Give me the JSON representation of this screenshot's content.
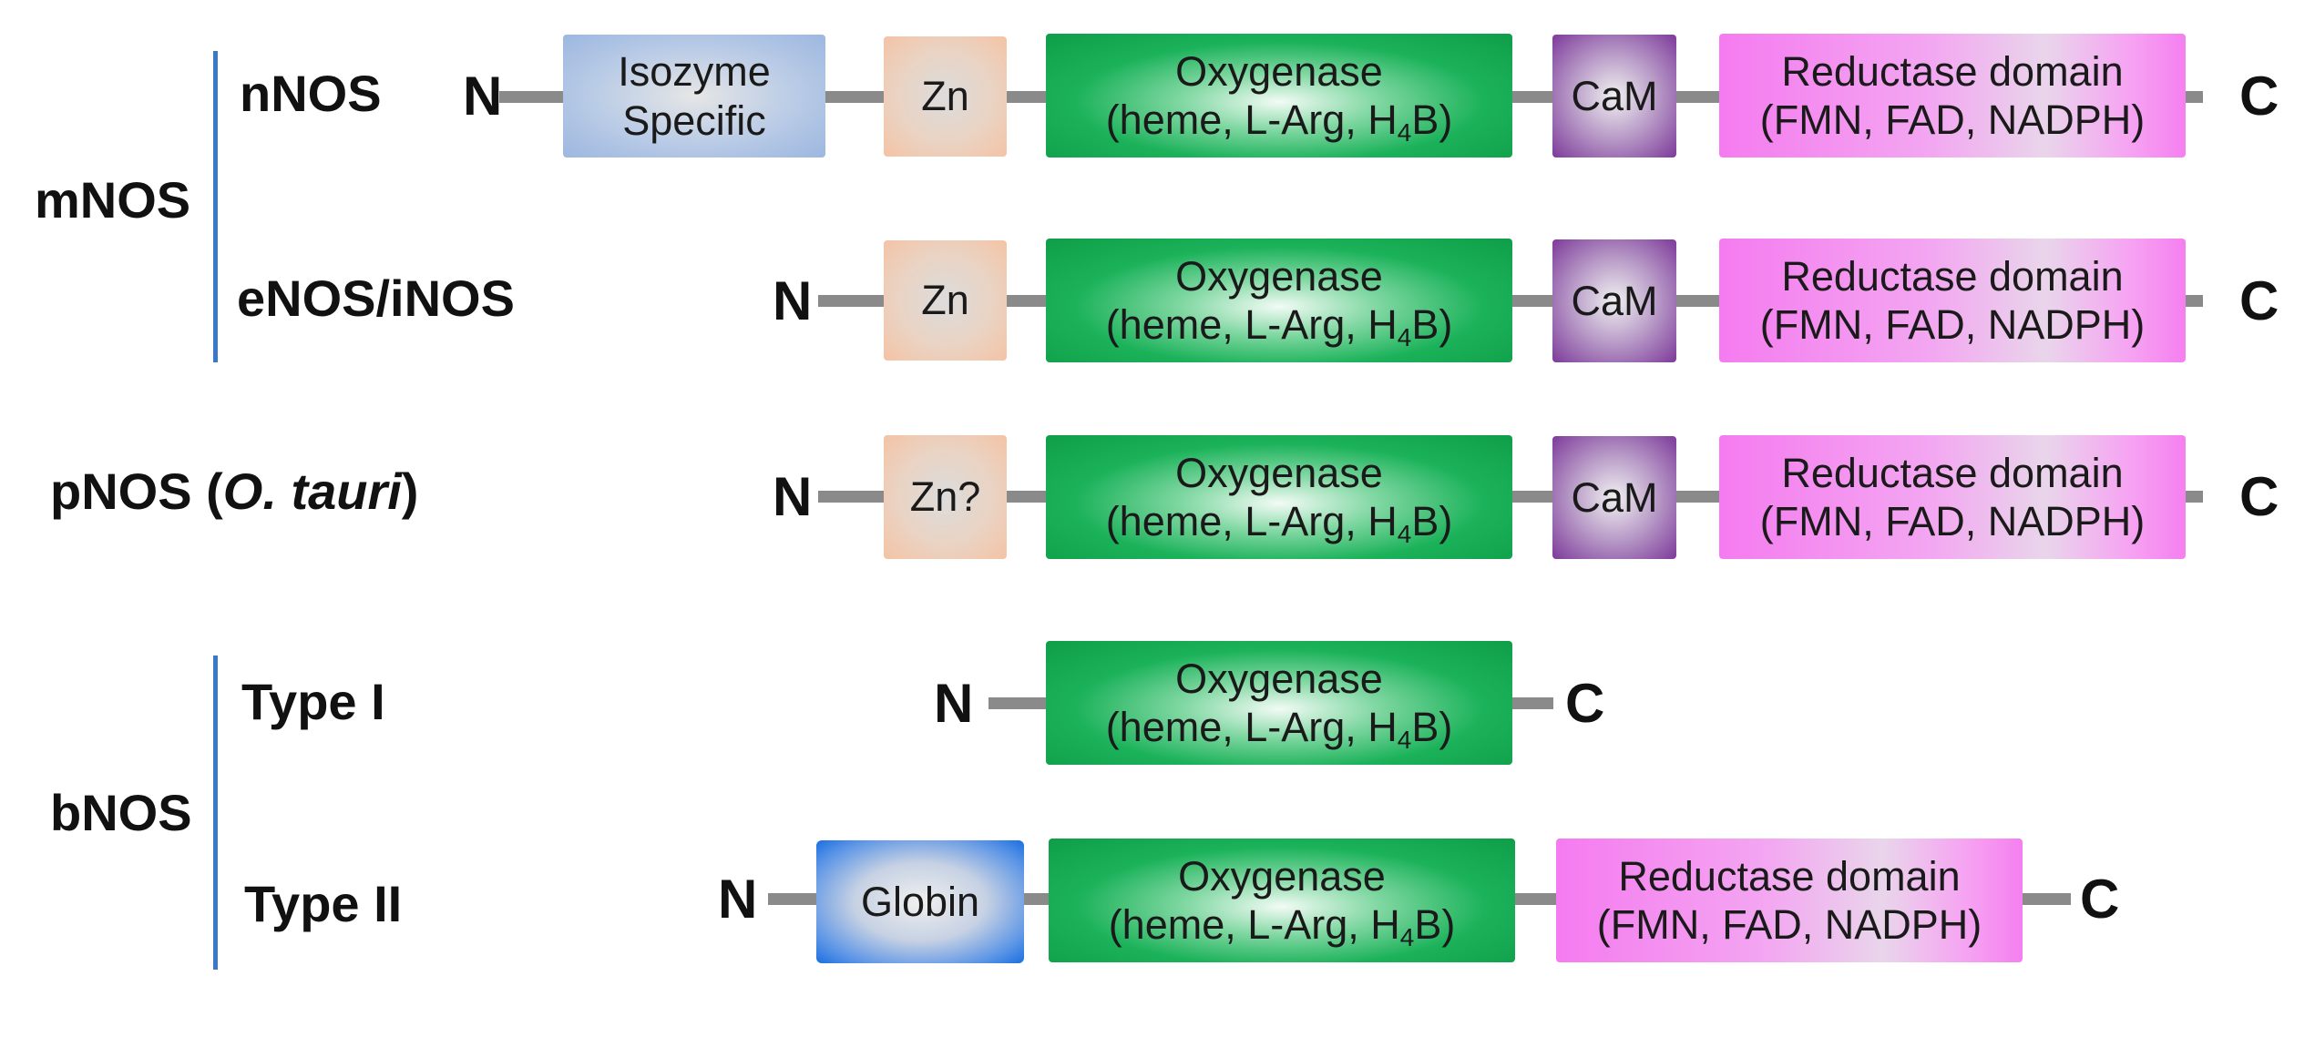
{
  "groups": {
    "mnos": "mNOS",
    "bnos": "bNOS"
  },
  "rows": {
    "nnos": "nNOS",
    "enos_inos": "eNOS/iNOS",
    "pnos_prefix": "pNOS (",
    "pnos_species": "O. tauri",
    "pnos_suffix": ")",
    "type1": "Type I",
    "type2": "Type II"
  },
  "terminals": {
    "n": "N",
    "c": "C"
  },
  "domains": {
    "isozyme_line1": "Isozyme",
    "isozyme_line2": "Specific",
    "zn": "Zn",
    "zn_q": "Zn?",
    "oxy_line1": "Oxygenase",
    "oxy_line2_a": "(heme, L-Arg, H",
    "oxy_sub": "4",
    "oxy_line2_b": "B)",
    "cam": "CaM",
    "red_line1": "Reductase domain",
    "red_line2": "(FMN, FAD, NADPH)",
    "globin": "Globin"
  },
  "colors": {
    "linker": "#8a8a8a",
    "bracket": "#3a78c8",
    "oxygenase": "#0f9d48",
    "zinc": "#f4c3a5",
    "isozyme": "#9cb7e0",
    "calmodulin": "#7d3a9a",
    "reductase": "#f57bf0",
    "globin": "#1a6fe0"
  }
}
